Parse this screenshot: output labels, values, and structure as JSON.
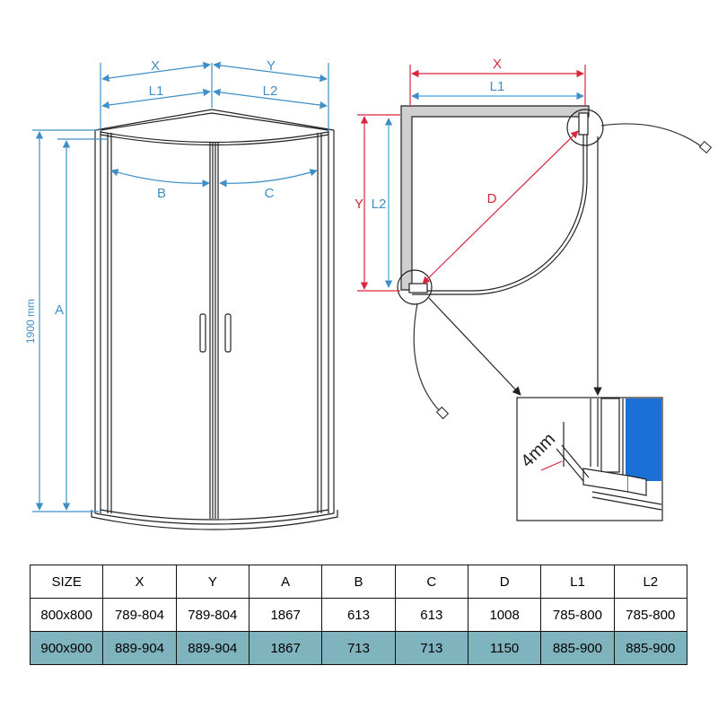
{
  "front_view": {
    "label_x": "X",
    "label_y": "Y",
    "label_l1": "L1",
    "label_l2": "L2",
    "label_b": "B",
    "label_c": "C",
    "label_a": "A",
    "label_height": "1900 mm"
  },
  "plan_view": {
    "label_x": "X",
    "label_l1": "L1",
    "label_y": "Y",
    "label_l2": "L2",
    "label_d": "D"
  },
  "detail": {
    "gap_label": "4mm"
  },
  "colors": {
    "dimension_blue": "#3f8fc7",
    "dimension_red": "#d7263d",
    "wall_grey": "#cfcfcf",
    "highlight_row": "#7fb4bf",
    "wall_detail_blue": "#1d6fd8"
  },
  "table": {
    "headers": [
      "SIZE",
      "X",
      "Y",
      "A",
      "B",
      "C",
      "D",
      "L1",
      "L2"
    ],
    "rows": [
      [
        "800x800",
        "789-804",
        "789-804",
        "1867",
        "613",
        "613",
        "1008",
        "785-800",
        "785-800"
      ],
      [
        "900x900",
        "889-904",
        "889-904",
        "1867",
        "713",
        "713",
        "1150",
        "885-900",
        "885-900"
      ]
    ]
  }
}
